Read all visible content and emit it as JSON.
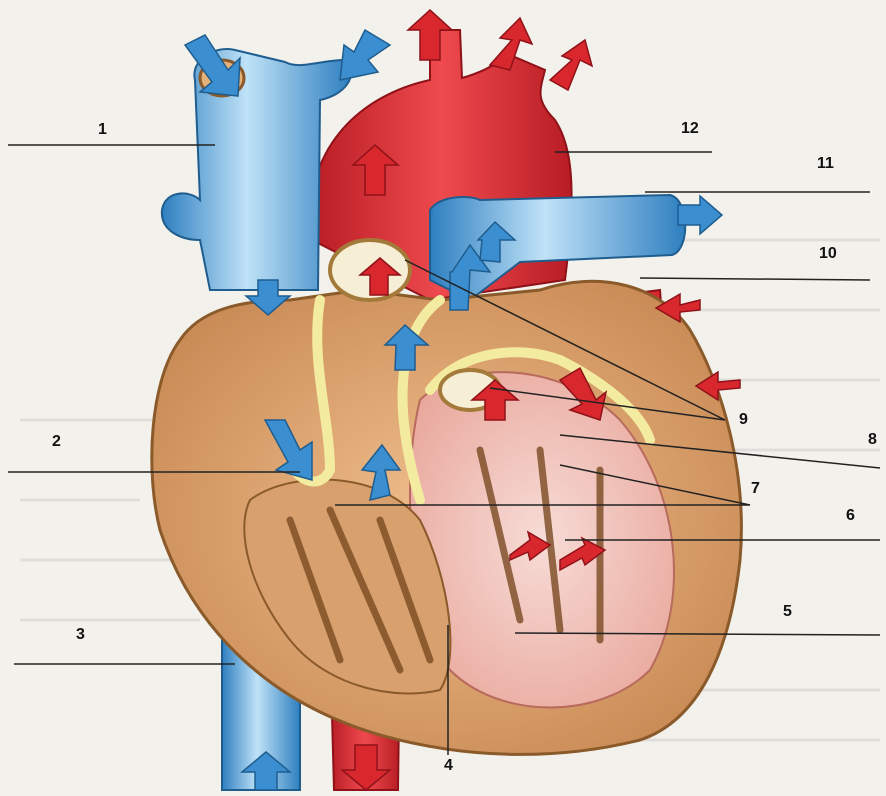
{
  "colors": {
    "deoxygenated": "#3b8fd0",
    "oxygenated": "#d9272e",
    "muscle": "#e9b27e",
    "valve": "#f3eba0",
    "inner": "#f2c7c0",
    "leader": "#222222"
  },
  "labels": {
    "l1": "1",
    "l2": "2",
    "l3": "3",
    "l4": "4",
    "l5": "5",
    "l6": "6",
    "l7": "7",
    "l8": "8",
    "l9": "9",
    "l10": "10",
    "l11": "11",
    "l12": "12"
  }
}
